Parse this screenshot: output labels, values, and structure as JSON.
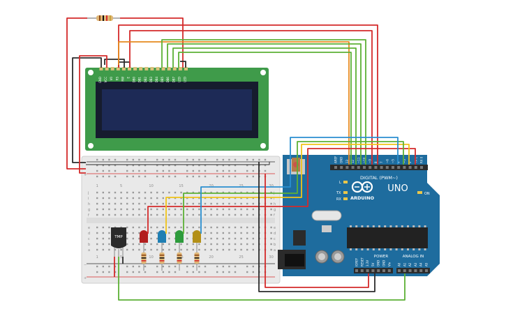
{
  "arduino": {
    "brand": "ARDUINO",
    "model": "UNO",
    "digital_header": "DIGITAL (PWM~)",
    "power_header": "POWER",
    "analog_header": "ANALOG IN",
    "on_label": "ON",
    "l_label": "L",
    "tx_label": "TX",
    "rx_label": "RX",
    "digital_pins": [
      "AREF",
      "GND",
      "13",
      "12",
      "~11",
      "~10",
      "~9",
      "8",
      "7",
      "~6",
      "~5",
      "4",
      "~3",
      "2",
      "TX 1",
      "RX 0"
    ],
    "power_pins": [
      "IOREF",
      "RESET",
      "3.3V",
      "5V",
      "GND",
      "GND",
      "Vin"
    ],
    "analog_pins": [
      "A0",
      "A1",
      "A2",
      "A3",
      "A4",
      "A5"
    ]
  },
  "lcd": {
    "pins": [
      "GND",
      "VCC",
      "V0",
      "RS",
      "RW",
      "E",
      "DB0",
      "DB1",
      "DB2",
      "DB3",
      "DB4",
      "DB5",
      "DB6",
      "DB7",
      "LED",
      "LED"
    ]
  },
  "sensor": {
    "label": "TMP"
  },
  "breadboard": {
    "row_letters_top": [
      "j",
      "i",
      "h",
      "g",
      "f"
    ],
    "row_letters_bottom": [
      "e",
      "d",
      "c",
      "b",
      "a"
    ],
    "column_numbers": [
      "1",
      "5",
      "10",
      "15",
      "20",
      "25",
      "30"
    ]
  },
  "colors": {
    "wire_red": "#d42a2a",
    "wire_black": "#2b2b2b",
    "wire_green": "#5cb035",
    "wire_blue": "#2a8fd0",
    "wire_yellow": "#f0c419",
    "wire_orange": "#e68a1f",
    "board_blue": "#1e6c9e",
    "lcd_green": "#3f9b4a",
    "lcd_screen": "#1d2a56"
  }
}
